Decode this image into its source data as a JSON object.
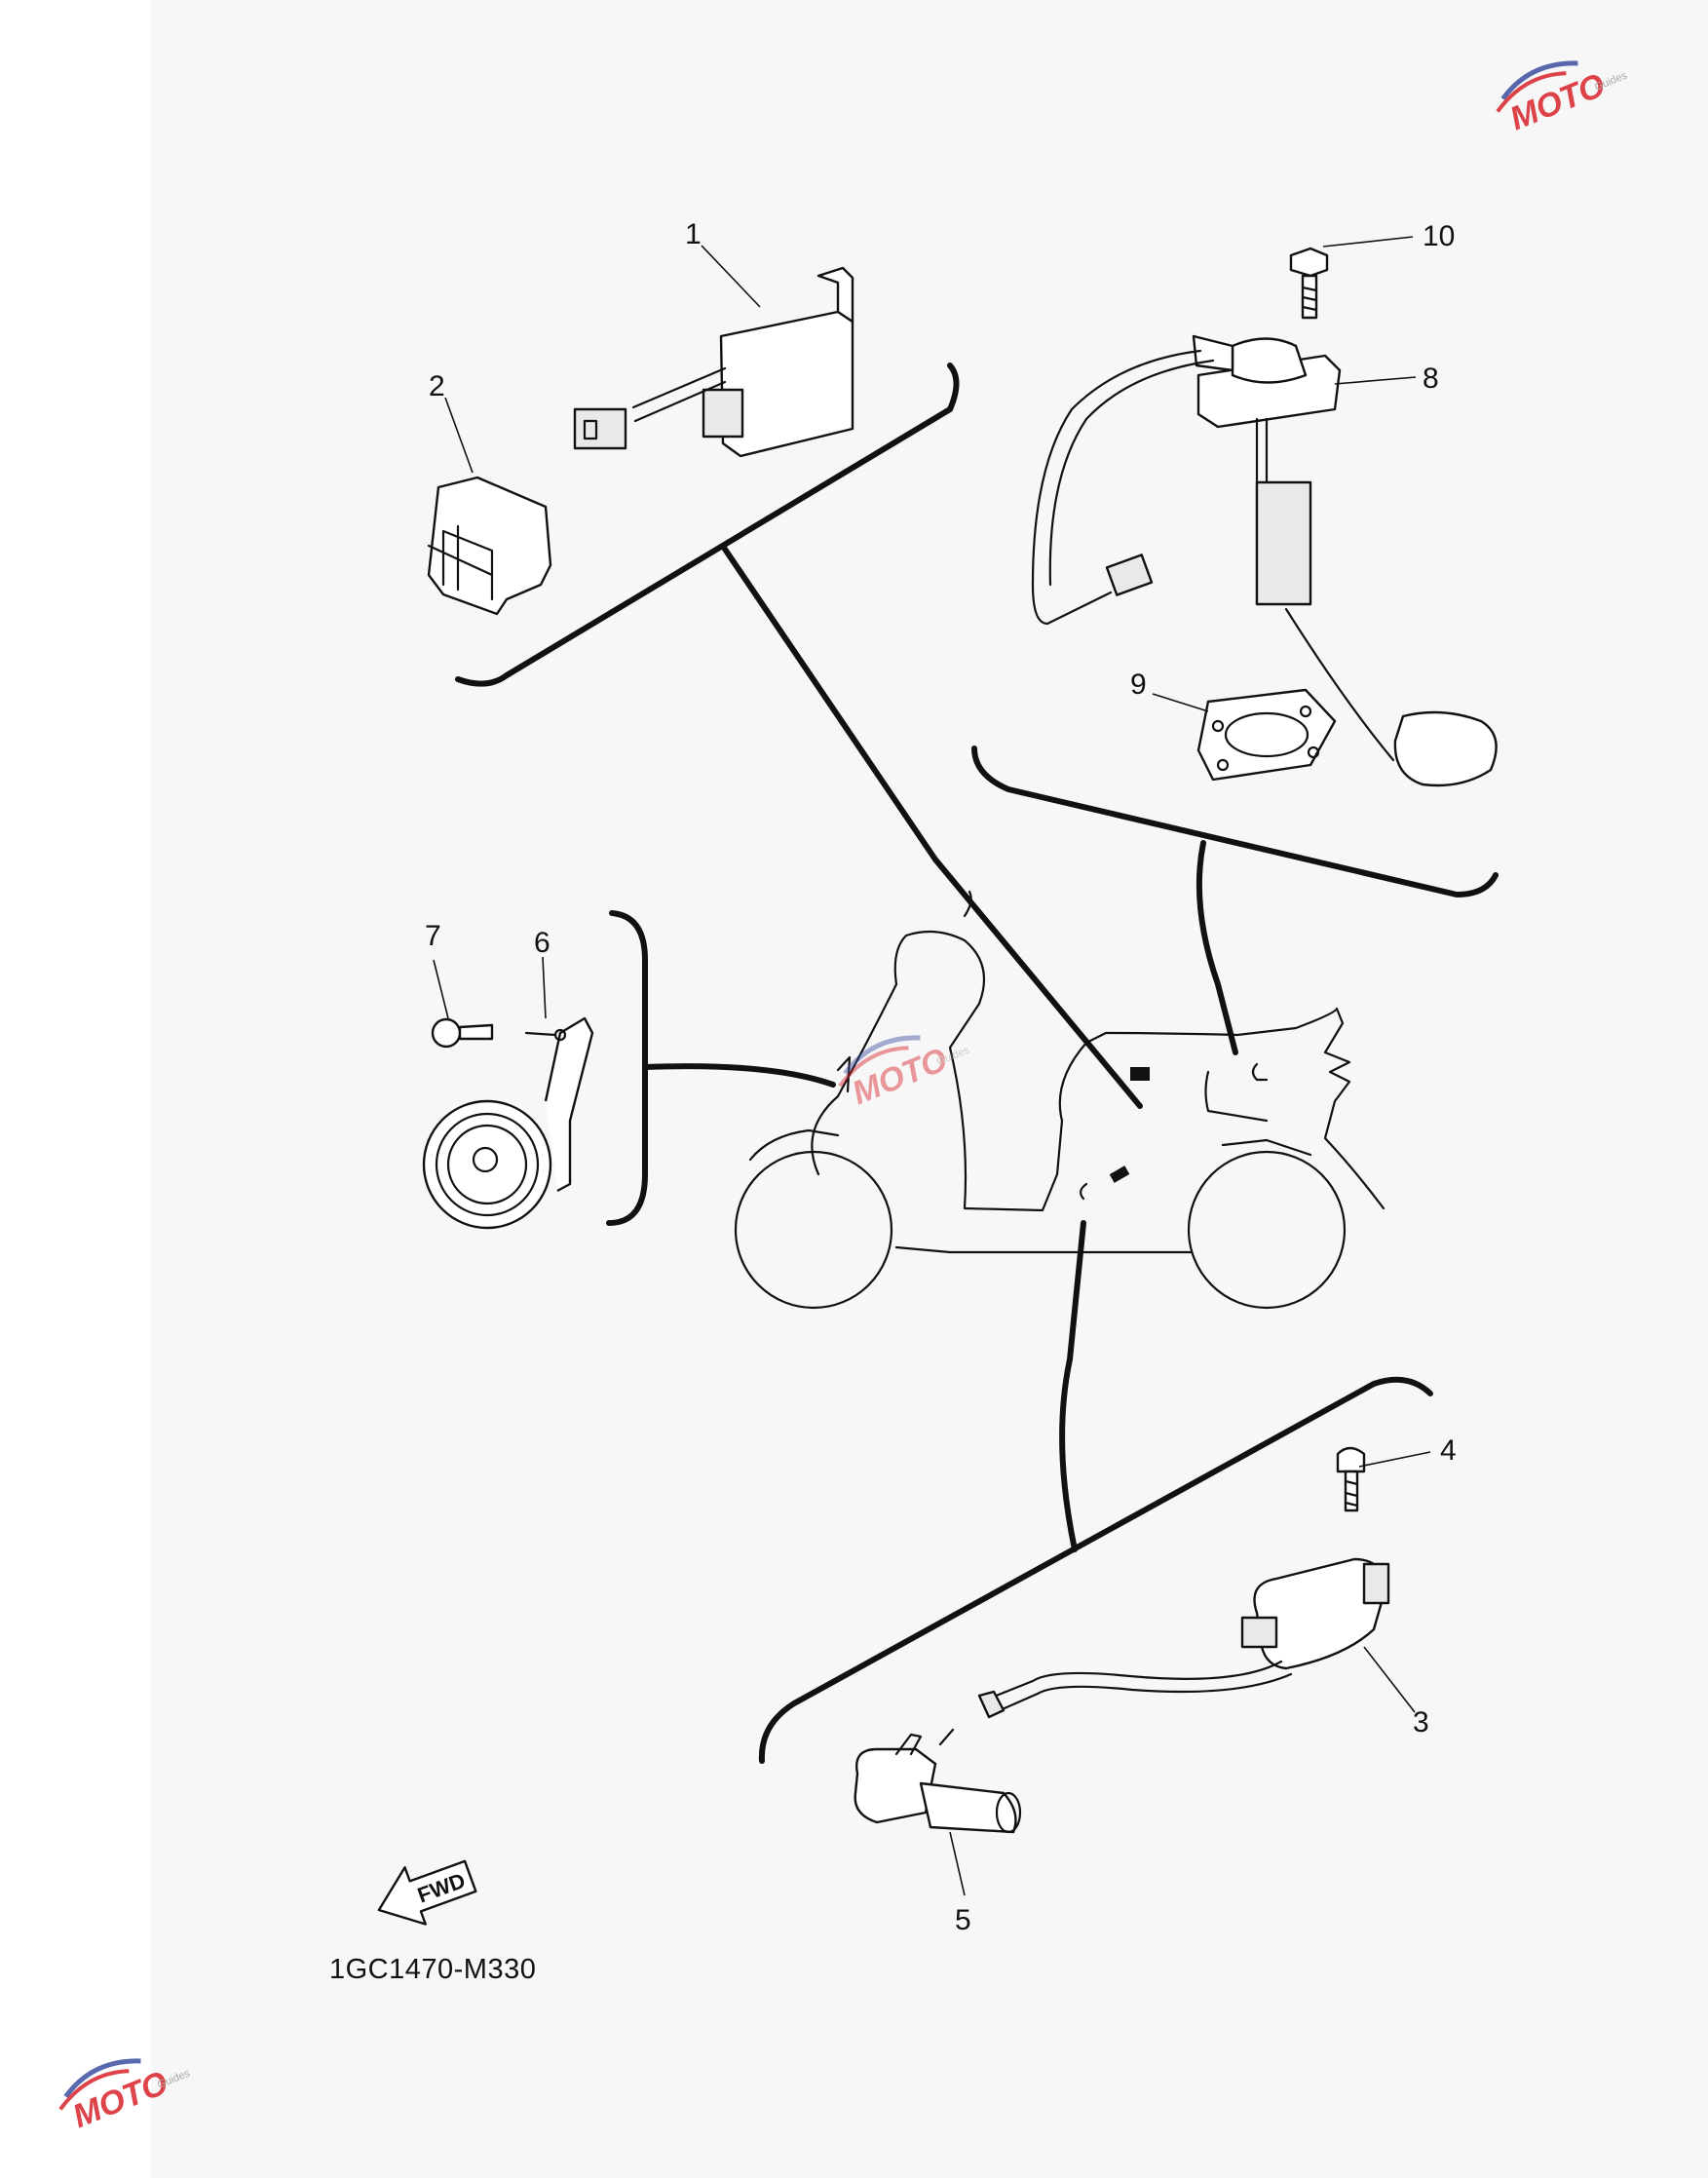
{
  "diagram": {
    "reference_code": "1GC1470-M330",
    "fwd_label": "FWD",
    "callouts": [
      "1",
      "2",
      "3",
      "4",
      "5",
      "6",
      "7",
      "8",
      "9",
      "10"
    ]
  },
  "watermark": {
    "logo_text": "MOTO",
    "sub_text": "Guides",
    "colors": {
      "red": "#d8232a",
      "blue": "#3d4fa0",
      "grey": "#9a9a9a"
    }
  }
}
